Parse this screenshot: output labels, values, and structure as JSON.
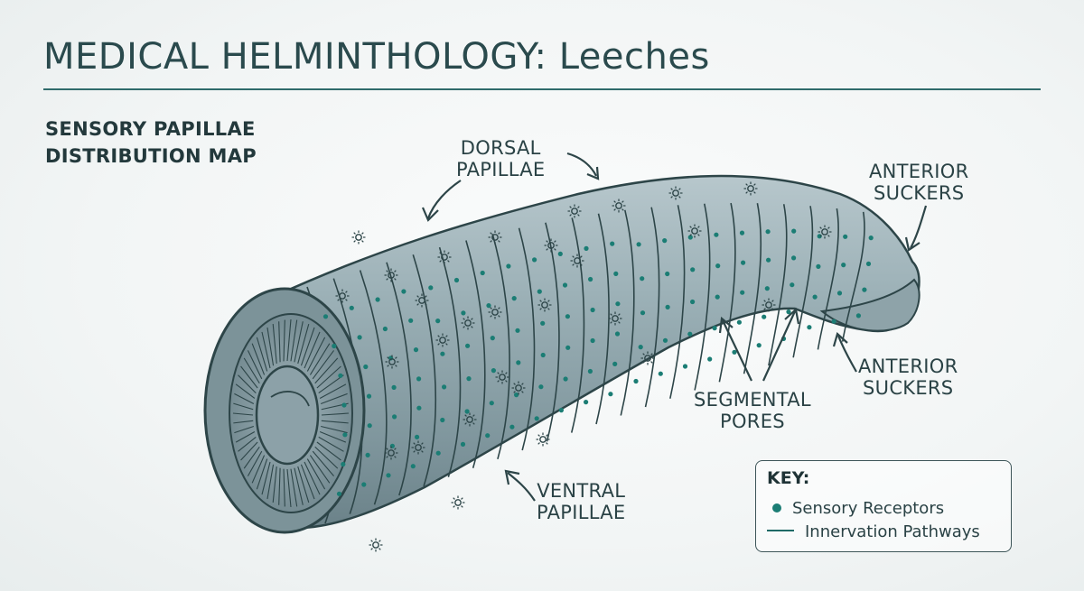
{
  "title": "MEDICAL HELMINTHOLOGY: Leeches",
  "subtitle": {
    "line1": "SENSORY PAPILLAE",
    "line2": "DISTRIBUTION MAP"
  },
  "labels": {
    "dorsal": {
      "line1": "DORSAL",
      "line2": "PAPILLAE"
    },
    "anterior_top": {
      "line1": "ANTERIOR",
      "line2": "SUCKERS"
    },
    "anterior_bottom": {
      "line1": "ANTERIOR",
      "line2": "SUCKERS"
    },
    "segmental": {
      "line1": "SEGMENTAL",
      "line2": "PORES"
    },
    "ventral": {
      "line1": "VENTRAL",
      "line2": "PAPILLAE"
    }
  },
  "key": {
    "title": "KEY:",
    "receptors": "Sensory Receptors",
    "pathways": "Innervation Pathways"
  },
  "colors": {
    "body": "#8fa6ad",
    "outline": "#2d4548",
    "receptor": "#1b7d74",
    "accent_rule": "#2f6b6b"
  },
  "icons": [
    "sun-receptor-icon",
    "arrow-icon"
  ]
}
